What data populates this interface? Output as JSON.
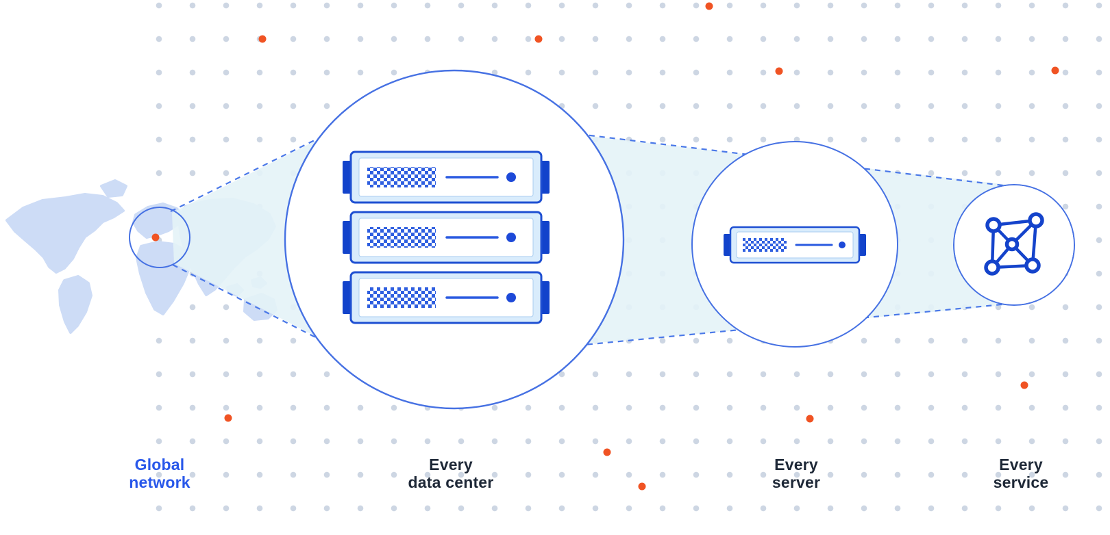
{
  "diagram": {
    "labels": {
      "global_network": "Global\nnetwork",
      "every_data_center": "Every\ndata center",
      "every_server": "Every\nserver",
      "every_service": "Every\nservice"
    },
    "icons": {
      "map": "world-map",
      "data_center": "server-stack-icon",
      "server": "server-icon",
      "service": "service-mesh-icon",
      "location": "location-dot-icon"
    },
    "colors": {
      "accent_orange": "#f05323",
      "outline_blue": "#4671e3",
      "server_dark_blue": "#1a49d0",
      "server_body_fill": "#d9ecfc",
      "checker_blue": "#2f5fe0",
      "cone_teal": "#e4f3f7",
      "map_blue": "#cddcf6",
      "grid_dot": "#cdd6e3",
      "label_blue": "#2857ea",
      "label_dark": "#1e2837"
    }
  }
}
